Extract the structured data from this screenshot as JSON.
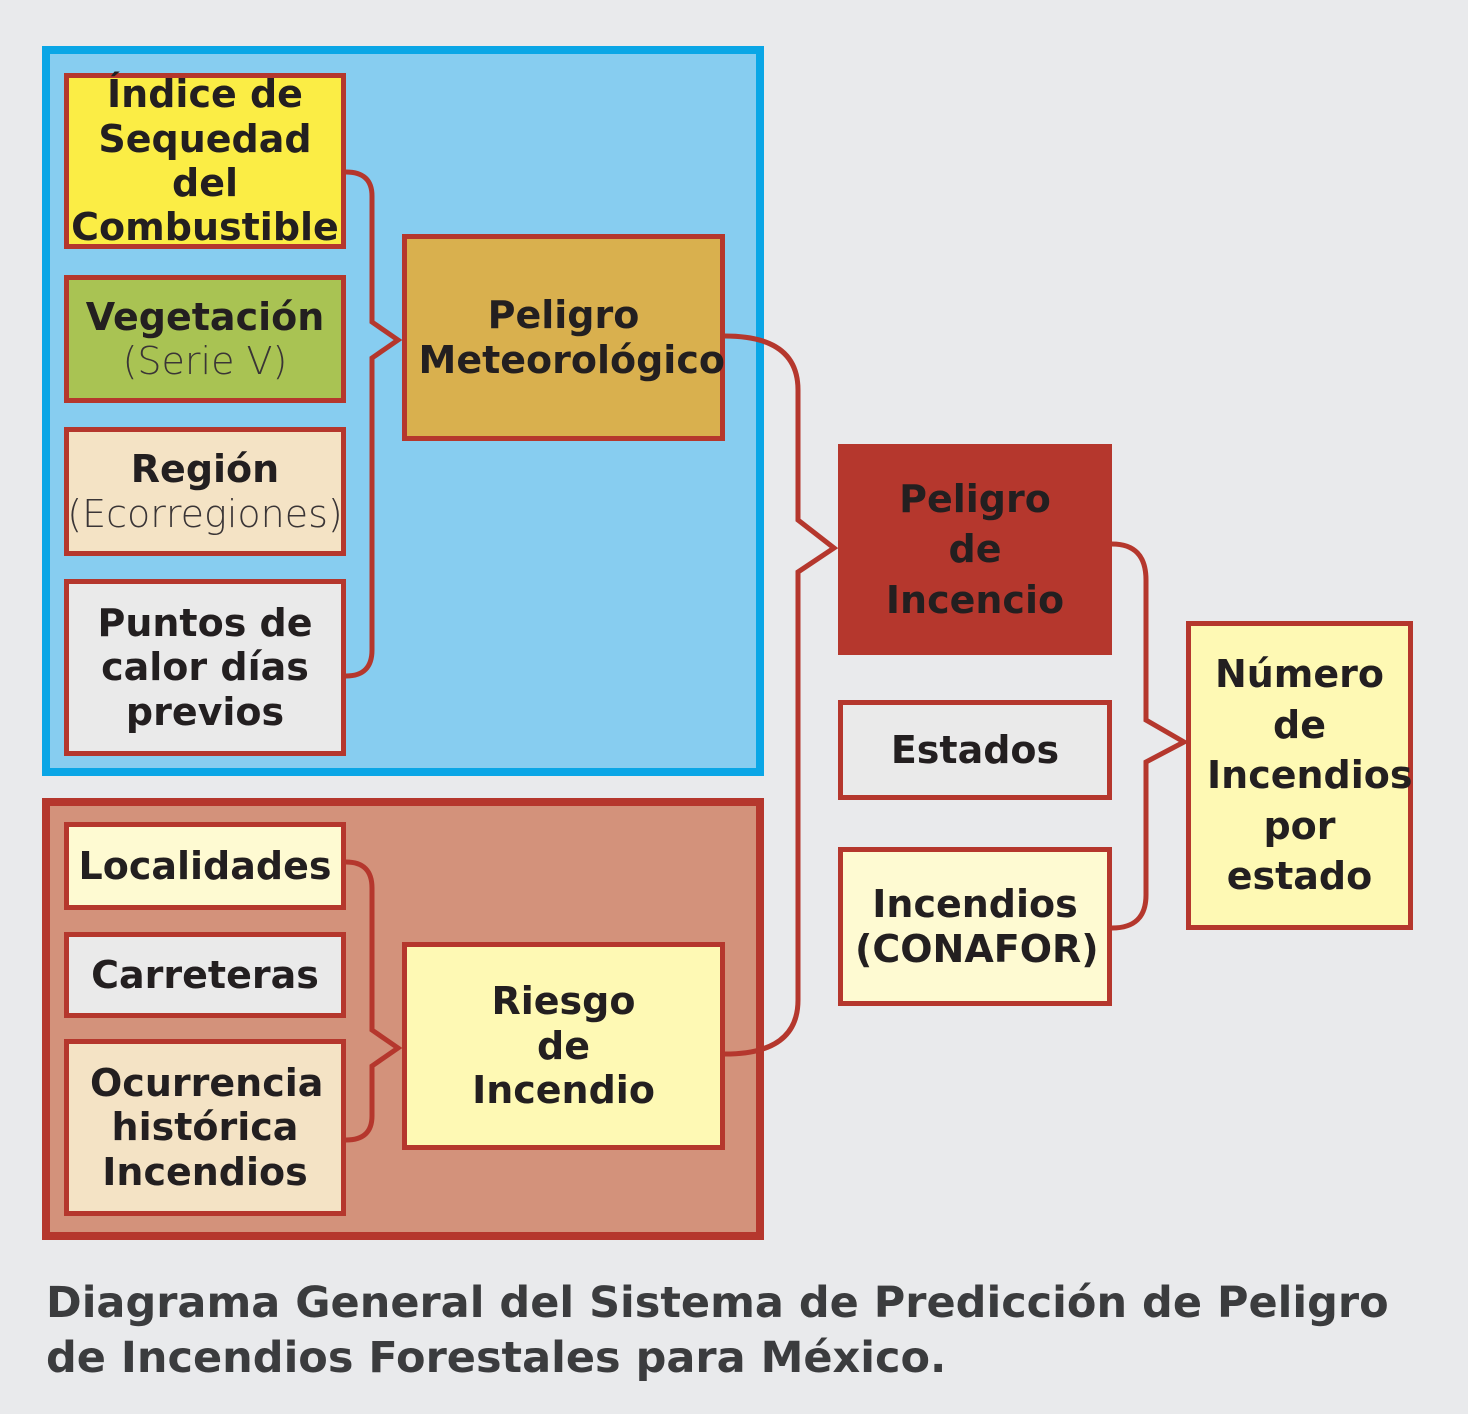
{
  "groups": {
    "meteorologico": {
      "inputs": [
        {
          "main": "Índice de Sequedad del Combustible",
          "sub": ""
        },
        {
          "main": "Vegetación",
          "sub": "(Serie V)"
        },
        {
          "main": "Región",
          "sub": "(Ecorregiones)"
        },
        {
          "main": "Puntos de calor días previos",
          "sub": ""
        }
      ],
      "output": "Peligro Meteorológico"
    },
    "riesgo": {
      "inputs": [
        {
          "main": "Localidades"
        },
        {
          "main": "Carreteras"
        },
        {
          "main": "Ocurrencia histórica Incendios"
        }
      ],
      "output": "Riesgo de Incendio"
    }
  },
  "nodes": {
    "peligro_incendio": "Peligro de Incencio",
    "estados": "Estados",
    "incendios": "Incendios (CONAFOR)",
    "numero": "Número de Incendios por estado"
  },
  "colors": {
    "meteo_bg": "#87cdf0",
    "meteo_border": "#0aa6e6",
    "riesgo_bg": "#d3927b",
    "connector": "#b5372d",
    "peligro_incendio_bg": "#b5372d"
  },
  "caption": "Diagrama General del Sistema de Predicción de Peligro de Incendios Forestales para México."
}
